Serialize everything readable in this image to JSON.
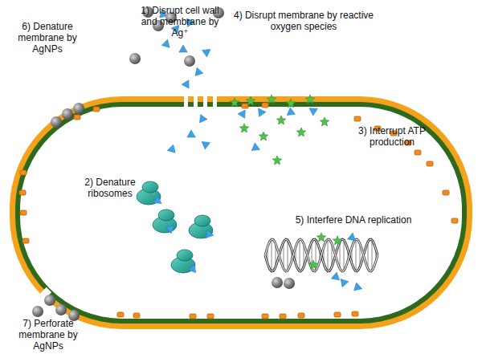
{
  "diagram": {
    "labels": [
      "1) Disrupt cell wall and membrane by Ag⁺",
      "2) Denature ribosomes",
      "3) Interrupt ATP production",
      "4) Disrupt membrane by reactive oxygen species",
      "5) Interfere DNA replication",
      "6) Denature membrane by AgNPs",
      "7) Perforate membrane by AgNPs"
    ]
  }
}
